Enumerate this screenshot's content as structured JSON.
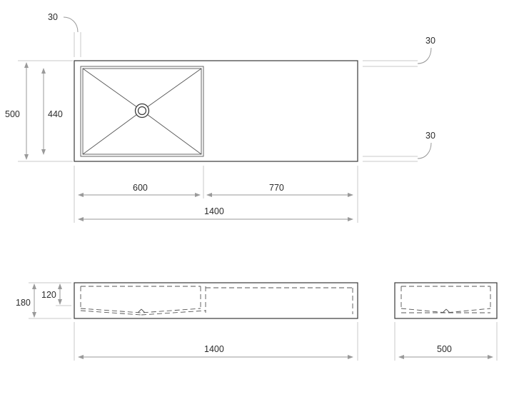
{
  "dimensions": {
    "top_view": {
      "wall_top": "30",
      "wall_right_top": "30",
      "wall_right_bottom": "30",
      "overall_depth": "500",
      "bowl_depth": "440",
      "bowl_width": "600",
      "drainer_width": "770",
      "overall_length": "1400"
    },
    "front_view": {
      "overall_height": "180",
      "bowl_height": "120",
      "overall_length": "1400"
    },
    "side_view": {
      "overall_depth": "500"
    }
  },
  "icons": {
    "drain": "drain-icon"
  }
}
